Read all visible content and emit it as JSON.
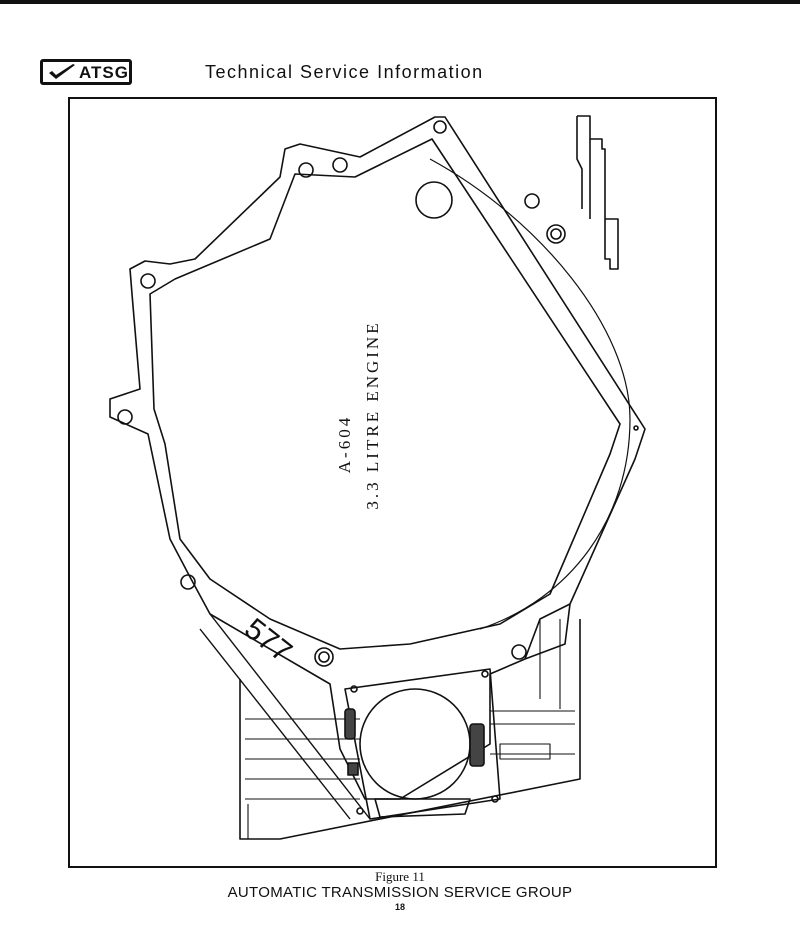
{
  "header": {
    "logo_text": "ATSG",
    "title": "Technical Service Information"
  },
  "figure": {
    "model_label": "A-604",
    "engine_label": "3.3 LITRE ENGINE",
    "casting_number": "577",
    "caption": "Figure 11"
  },
  "footer": {
    "title": "AUTOMATIC TRANSMISSION SERVICE GROUP",
    "page_number": "18"
  },
  "icons": {
    "logo": "checkmark-icon"
  }
}
